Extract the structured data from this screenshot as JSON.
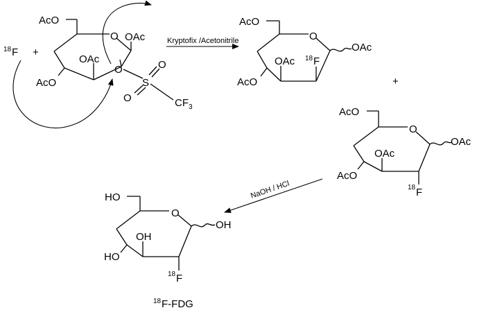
{
  "reagent": {
    "iso": "18",
    "elem": "F",
    "plus": "+"
  },
  "mannose_triflate": {
    "acetyl_groups": [
      "AcO",
      "OAc",
      "OAc",
      "AcO"
    ],
    "sulfonyl_atoms": [
      "S",
      "O",
      "O"
    ],
    "cf3": "CF",
    "cf3_sub": "3"
  },
  "reaction1": {
    "conditions": "Kryptofix /Acetonitrile"
  },
  "product_a": {
    "labels": [
      "AcO",
      "OAc",
      "OAc",
      "AcO"
    ],
    "fluoro": {
      "iso": "18",
      "elem": "F"
    }
  },
  "product_plus": "+",
  "product_b": {
    "labels": [
      "AcO",
      "OAc",
      "OAc",
      "AcO"
    ],
    "fluoro": {
      "iso": "18",
      "elem": "F"
    }
  },
  "reaction2": {
    "conditions": "NaOH / HCl"
  },
  "fdg": {
    "labels": [
      "HO",
      "OH",
      "OH",
      "HO"
    ],
    "fluoro": {
      "iso": "18",
      "elem": "F"
    },
    "name_iso": "18",
    "name": "F-FDG"
  },
  "ring_oxygen": "O"
}
